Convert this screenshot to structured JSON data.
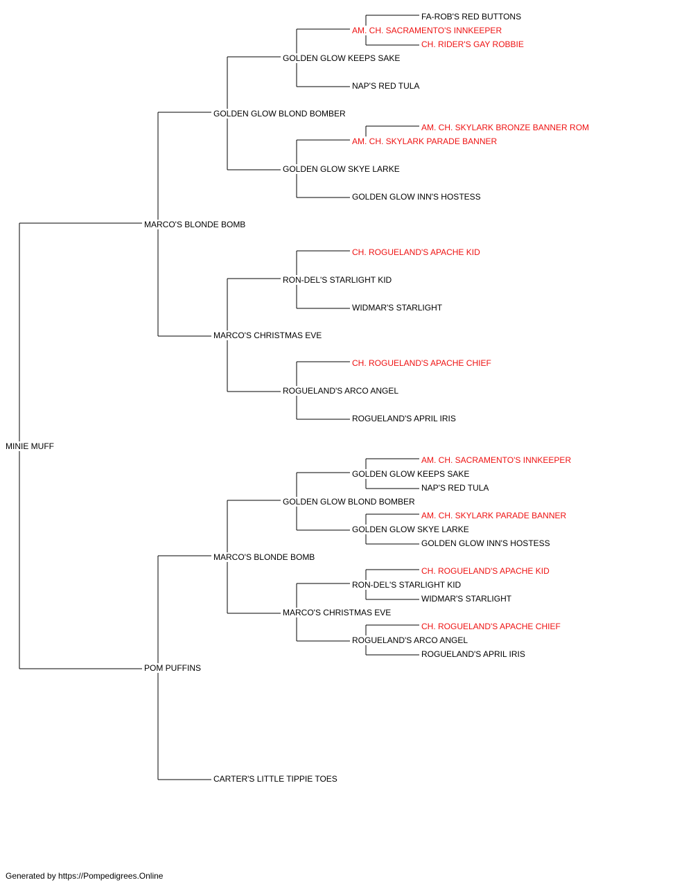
{
  "colors": {
    "line": "#000000",
    "name": "#000000",
    "champion": "#ee1111"
  },
  "pedigree": {
    "subject": {
      "name": "MINIE MUFF",
      "champion": false
    },
    "sire": {
      "name": "MARCO'S BLONDE BOMB",
      "champion": false,
      "sire": {
        "name": "GOLDEN GLOW BLOND BOMBER",
        "champion": false,
        "sire": {
          "name": "GOLDEN GLOW KEEPS SAKE",
          "champion": false,
          "sire": {
            "name": "AM. CH. SACRAMENTO'S INNKEEPER",
            "champion": true,
            "sire": {
              "name": "FA-ROB'S RED BUTTONS",
              "champion": false
            },
            "dam": {
              "name": "CH. RIDER'S GAY ROBBIE",
              "champion": true
            }
          },
          "dam": {
            "name": "NAP'S RED TULA",
            "champion": false
          }
        },
        "dam": {
          "name": "GOLDEN GLOW SKYE LARKE",
          "champion": false,
          "sire": {
            "name": "AM. CH. SKYLARK PARADE BANNER",
            "champion": true,
            "sire": {
              "name": "AM. CH. SKYLARK BRONZE BANNER ROM",
              "champion": true
            }
          },
          "dam": {
            "name": "GOLDEN GLOW INN'S HOSTESS",
            "champion": false
          }
        }
      },
      "dam": {
        "name": "MARCO'S CHRISTMAS EVE",
        "champion": false,
        "sire": {
          "name": "RON-DEL'S STARLIGHT KID",
          "champion": false,
          "sire": {
            "name": "CH. ROGUELAND'S APACHE KID",
            "champion": true
          },
          "dam": {
            "name": "WIDMAR'S STARLIGHT",
            "champion": false
          }
        },
        "dam": {
          "name": "ROGUELAND'S ARCO ANGEL",
          "champion": false,
          "sire": {
            "name": "CH. ROGUELAND'S APACHE CHIEF",
            "champion": true
          },
          "dam": {
            "name": "ROGUELAND'S APRIL IRIS",
            "champion": false
          }
        }
      }
    },
    "dam": {
      "name": "POM PUFFINS",
      "champion": false,
      "sire": {
        "name": "MARCO'S BLONDE BOMB",
        "champion": false,
        "sire": {
          "name": "GOLDEN GLOW BLOND BOMBER",
          "champion": false,
          "sire": {
            "name": "GOLDEN GLOW KEEPS SAKE",
            "champion": false,
            "sire": {
              "name": "AM. CH. SACRAMENTO'S INNKEEPER",
              "champion": true
            },
            "dam": {
              "name": "NAP'S RED TULA",
              "champion": false
            }
          },
          "dam": {
            "name": "GOLDEN GLOW SKYE LARKE",
            "champion": false,
            "sire": {
              "name": "AM. CH. SKYLARK PARADE BANNER",
              "champion": true
            },
            "dam": {
              "name": "GOLDEN GLOW INN'S HOSTESS",
              "champion": false
            }
          }
        },
        "dam": {
          "name": "MARCO'S CHRISTMAS EVE",
          "champion": false,
          "sire": {
            "name": "RON-DEL'S STARLIGHT KID",
            "champion": false,
            "sire": {
              "name": "CH. ROGUELAND'S APACHE KID",
              "champion": true
            },
            "dam": {
              "name": "WIDMAR'S STARLIGHT",
              "champion": false
            }
          },
          "dam": {
            "name": "ROGUELAND'S ARCO ANGEL",
            "champion": false,
            "sire": {
              "name": "CH. ROGUELAND'S APACHE CHIEF",
              "champion": true
            },
            "dam": {
              "name": "ROGUELAND'S APRIL IRIS",
              "champion": false
            }
          }
        }
      },
      "dam": {
        "name": "CARTER'S LITTLE TIPPIE TOES",
        "champion": false
      }
    }
  },
  "footer": {
    "text": "Generated by https://Pompedigrees.Online"
  }
}
